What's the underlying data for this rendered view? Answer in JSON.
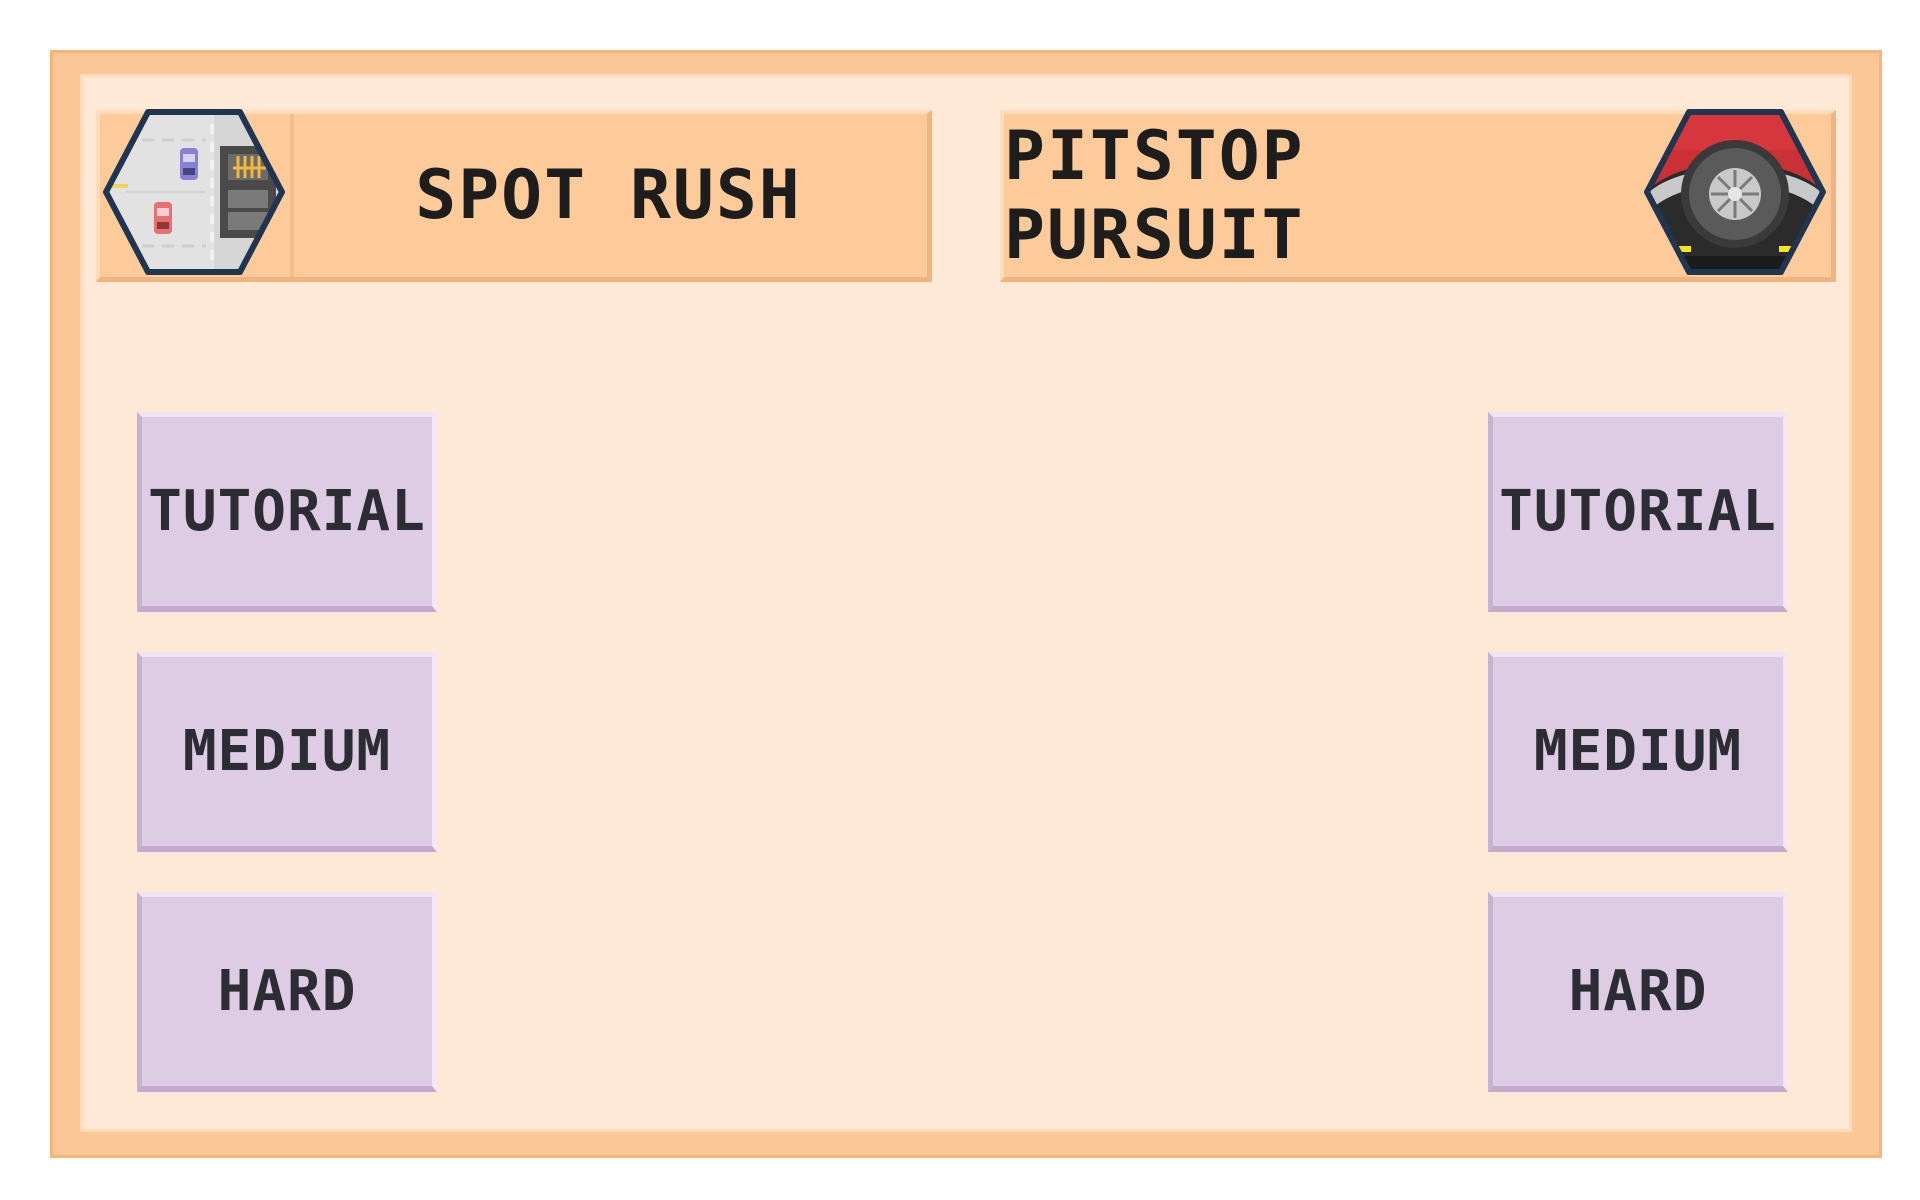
{
  "games": [
    {
      "title": "SPOT RUSH",
      "icon": "parking-lot-icon",
      "buttons": {
        "tutorial": "TUTORIAL",
        "medium": "MEDIUM",
        "hard": "HARD"
      }
    },
    {
      "title": "PITSTOP PURSUIT",
      "icon": "race-car-wheel-icon",
      "buttons": {
        "tutorial": "TUTORIAL",
        "medium": "MEDIUM",
        "hard": "HARD"
      }
    }
  ],
  "colors": {
    "frame": "#fbc797",
    "panel": "#fee9d6",
    "banner": "#fdca9a",
    "button": "#ddcce4",
    "text": "#1d1d1d",
    "hex_outline": "#1f3550"
  }
}
